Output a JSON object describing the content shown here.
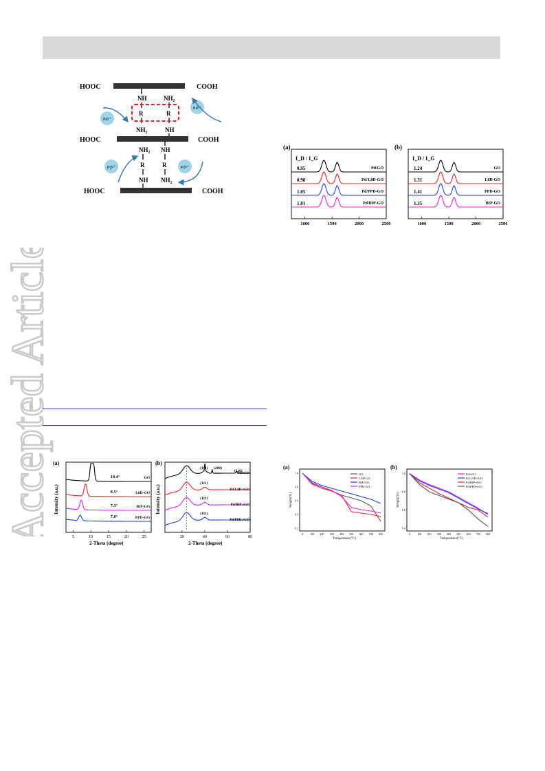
{
  "watermark": "Accepted Article",
  "scheme": {
    "hooc": "HOOC",
    "cooh": "COOH",
    "nh": "NH",
    "nh2": "NH₂",
    "r": "R",
    "pd": "Pd²⁺"
  },
  "raman": {
    "panel_a": "(a)",
    "panel_b": "(b)",
    "ratio_label": "I_D / I_G",
    "panel_a_curves": [
      {
        "label": "Pd/GO",
        "ratio": "0.95",
        "color": "#000000"
      },
      {
        "label": "Pd/1,8D-GO",
        "ratio": "0.98",
        "color": "#e8202a"
      },
      {
        "label": "Pd/PPD-GO",
        "ratio": "1.05",
        "color": "#1f3fe0"
      },
      {
        "label": "Pd/BIP-GO",
        "ratio": "1.01",
        "color": "#e020e0"
      }
    ],
    "panel_b_curves": [
      {
        "label": "GO",
        "ratio": "1.24",
        "color": "#000000"
      },
      {
        "label": "1,8D-GO",
        "ratio": "1.31",
        "color": "#e8202a"
      },
      {
        "label": "PPD-GO",
        "ratio": "1.41",
        "color": "#1f3fe0"
      },
      {
        "label": "BIP-GO",
        "ratio": "1.35",
        "color": "#e020e0"
      }
    ],
    "xticks": [
      "1000",
      "1500",
      "2000",
      "2500"
    ]
  },
  "xrd": {
    "panel_a": "(a)",
    "panel_b": "(b)",
    "ylabel": "Intensity (a.u.)",
    "xlabel": "2-Theta (degree)",
    "panel_a_curves": [
      {
        "label": "GO",
        "angle": "10.4°",
        "color": "#000000"
      },
      {
        "label": "1,8D-GO",
        "angle": "8.5°",
        "color": "#e8202a"
      },
      {
        "label": "BIP-GO",
        "angle": "7.3°",
        "color": "#e020e0"
      },
      {
        "label": "PPD-GO",
        "angle": "7.0°",
        "color": "#1f3fe0"
      }
    ],
    "panel_a_xticks": [
      "5",
      "10",
      "15",
      "20",
      "25"
    ],
    "panel_b_curves": [
      {
        "label": "Pd/rGO",
        "color": "#000000"
      },
      {
        "label": "Pd/1,8D-rGO",
        "color": "#e8202a"
      },
      {
        "label": "Pd/BIP-rGO",
        "color": "#e020e0"
      },
      {
        "label": "Pd/PPD-rGO",
        "color": "#1f3fe0"
      }
    ],
    "panel_b_peaks": [
      "(111)",
      "(200)",
      "(220)"
    ],
    "panel_b_xticks": [
      "20",
      "40",
      "60",
      "80"
    ]
  },
  "tga": {
    "panel_a": "(a)",
    "panel_b": "(b)",
    "ylabel": "Weight(%)",
    "xlabel_a": "Temperature(°C)",
    "xlabel_b": "Temperature(°C)",
    "yticks": [
      "1.0",
      "0.8",
      "0.6",
      "0.4",
      "0.2"
    ],
    "xticks": [
      "0",
      "100",
      "200",
      "300",
      "400",
      "500",
      "600",
      "700",
      "800"
    ],
    "panel_a_legend": [
      {
        "label": "GO",
        "color": "#555555"
      },
      {
        "label": "1,8D-GO",
        "color": "#e8202a"
      },
      {
        "label": "BIP-GO",
        "color": "#1f3fe0"
      },
      {
        "label": "PPD-GO",
        "color": "#e020e0"
      }
    ],
    "panel_b_legend": [
      {
        "label": "Pd/rGO",
        "color": "#e020e0"
      },
      {
        "label": "Pd/1,8D-rGO",
        "color": "#1f3fe0"
      },
      {
        "label": "Pd/BIP-rGO",
        "color": "#e8202a"
      },
      {
        "label": "Pd/PPD-rGO",
        "color": "#555555"
      }
    ]
  },
  "chart_data": [
    {
      "type": "line",
      "panel": "Raman (a)",
      "x": [
        1000,
        1350,
        1590,
        2500
      ],
      "series": [
        {
          "name": "Pd/GO",
          "values": [
            0,
            1,
            0.85,
            0
          ]
        },
        {
          "name": "Pd/1,8D-GO",
          "values": [
            0,
            1,
            0.85,
            0
          ]
        },
        {
          "name": "Pd/PPD-GO",
          "values": [
            0,
            1,
            0.85,
            0
          ]
        },
        {
          "name": "Pd/BIP-GO",
          "values": [
            0,
            1,
            0.85,
            0
          ]
        }
      ]
    },
    {
      "type": "line",
      "panel": "Raman (b)",
      "x": [
        1000,
        1350,
        1590,
        2500
      ],
      "series": [
        {
          "name": "GO",
          "values": [
            0,
            1,
            0.85,
            0
          ]
        },
        {
          "name": "1,8D-GO",
          "values": [
            0,
            1,
            0.85,
            0
          ]
        },
        {
          "name": "PPD-GO",
          "values": [
            0,
            1,
            0.85,
            0
          ]
        },
        {
          "name": "BIP-GO",
          "values": [
            0,
            1,
            0.85,
            0
          ]
        }
      ]
    },
    {
      "type": "line",
      "panel": "XRD (a)",
      "xlabel": "2-Theta (degree)",
      "ylabel": "Intensity (a.u.)",
      "series": [
        {
          "name": "GO",
          "peak": 10.4
        },
        {
          "name": "1,8D-GO",
          "peak": 8.5
        },
        {
          "name": "BIP-GO",
          "peak": 7.3
        },
        {
          "name": "PPD-GO",
          "peak": 7.0
        }
      ]
    },
    {
      "type": "line",
      "panel": "XRD (b)",
      "xlabel": "2-Theta (degree)",
      "ylabel": "Intensity (a.u.)",
      "series": [
        {
          "name": "Pd/rGO"
        },
        {
          "name": "Pd/1,8D-rGO"
        },
        {
          "name": "Pd/BIP-rGO"
        },
        {
          "name": "Pd/PPD-rGO"
        }
      ]
    },
    {
      "type": "line",
      "panel": "TGA (a)",
      "ylabel": "Weight(%)",
      "ylim": [
        0.2,
        1.0
      ],
      "x": [
        0,
        100,
        200,
        300,
        400,
        500,
        600,
        700,
        800
      ],
      "series": [
        {
          "name": "GO",
          "values": [
            1.0,
            0.86,
            0.8,
            0.74,
            0.68,
            0.64,
            0.6,
            0.52,
            0.3
          ]
        },
        {
          "name": "1,8D-GO",
          "values": [
            1.0,
            0.84,
            0.78,
            0.74,
            0.68,
            0.44,
            0.42,
            0.4,
            0.37
          ]
        },
        {
          "name": "BIP-GO",
          "values": [
            1.0,
            0.88,
            0.82,
            0.78,
            0.74,
            0.7,
            0.66,
            0.62,
            0.56
          ]
        },
        {
          "name": "PPD-GO",
          "values": [
            1.0,
            0.85,
            0.8,
            0.75,
            0.66,
            0.5,
            0.47,
            0.45,
            0.42
          ]
        }
      ]
    },
    {
      "type": "line",
      "panel": "TGA (b)",
      "ylabel": "Weight(%)",
      "ylim": [
        0.4,
        1.0
      ],
      "x": [
        0,
        100,
        200,
        300,
        400,
        500,
        600,
        700,
        800
      ],
      "series": [
        {
          "name": "Pd/rGO",
          "values": [
            1.0,
            0.93,
            0.88,
            0.84,
            0.8,
            0.74,
            0.68,
            0.62,
            0.55
          ]
        },
        {
          "name": "Pd/1,8D-rGO",
          "values": [
            1.0,
            0.92,
            0.87,
            0.83,
            0.79,
            0.73,
            0.67,
            0.61,
            0.56
          ]
        },
        {
          "name": "Pd/BIP-rGO",
          "values": [
            1.0,
            0.9,
            0.84,
            0.78,
            0.73,
            0.68,
            0.63,
            0.6,
            0.52
          ]
        },
        {
          "name": "Pd/PPD-rGO",
          "values": [
            1.0,
            0.88,
            0.8,
            0.76,
            0.72,
            0.68,
            0.6,
            0.5,
            0.42
          ]
        }
      ]
    }
  ]
}
